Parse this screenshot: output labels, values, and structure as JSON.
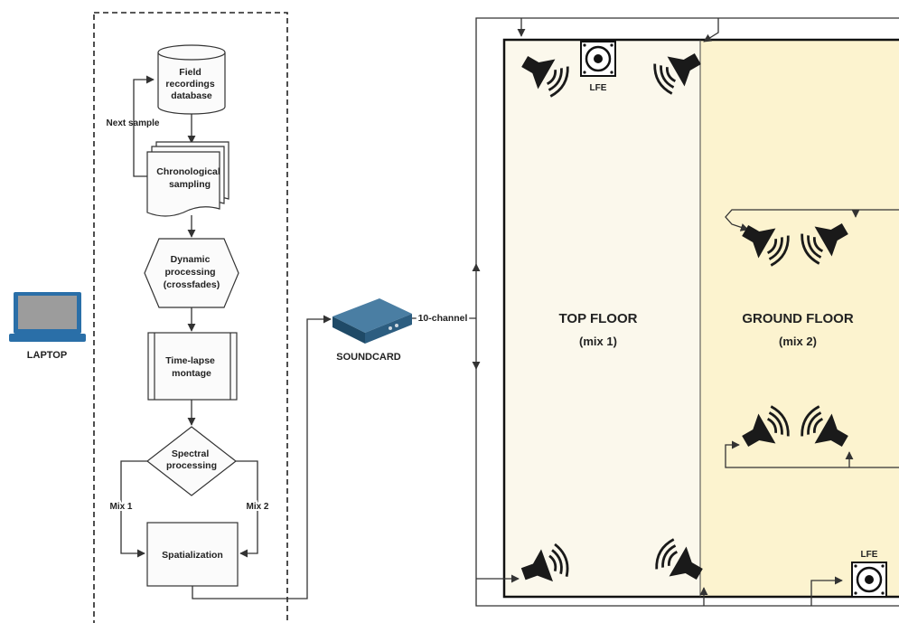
{
  "laptop": {
    "label": "LAPTOP"
  },
  "flow": {
    "database": [
      "Field",
      "recordings",
      "database"
    ],
    "loop_label": "Next sample",
    "sampling": [
      "Chronological",
      "sampling"
    ],
    "dynamic": [
      "Dynamic",
      "processing",
      "(crossfades)"
    ],
    "montage": [
      "Time-lapse",
      "montage"
    ],
    "spectral": [
      "Spectral",
      "processing"
    ],
    "mix1": "Mix 1",
    "mix2": "Mix 2",
    "spatialization": "Spatialization"
  },
  "soundcard": {
    "label": "SOUNDCARD",
    "channel_label": "10-channel"
  },
  "rooms": {
    "top": {
      "name": "TOP FLOOR",
      "mix": "(mix 1)"
    },
    "ground": {
      "name": "GROUND FLOOR",
      "mix": "(mix 2)"
    },
    "lfe_top": "LFE",
    "lfe_bottom": "LFE"
  },
  "colors": {
    "top_floor": "#fbf8ec",
    "ground_floor": "#fcf3cf",
    "ink": "#1a1a1a",
    "device": "#2f5d7c"
  }
}
